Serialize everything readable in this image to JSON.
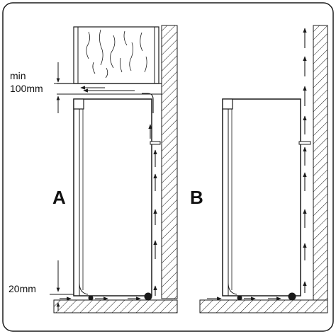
{
  "labels": {
    "min": "min",
    "clearance_top": "100mm",
    "clearance_bottom": "20mm",
    "panel_a": "A",
    "panel_b": "B"
  },
  "colors": {
    "line": "#1a1a1a",
    "background": "#ffffff"
  }
}
